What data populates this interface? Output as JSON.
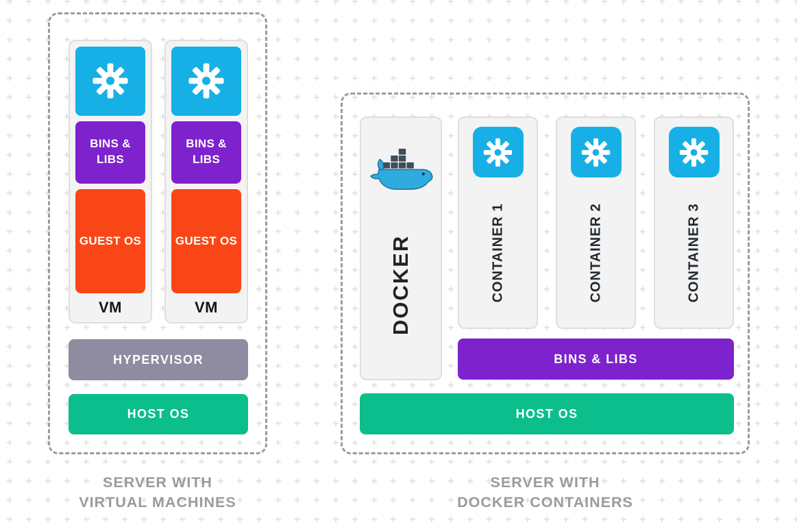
{
  "colors": {
    "blue": "#17b0e6",
    "purple": "#7e22ce",
    "orange": "#fa4616",
    "green": "#0dbe8d",
    "hypervisor": "#8f8ba0"
  },
  "left_panel": {
    "caption_line1": "SERVER WITH",
    "caption_line2": "VIRTUAL MACHINES",
    "vms": [
      {
        "app_icon": "gear-icon",
        "bins_libs": "BINS & LIBS",
        "guest_os": "GUEST OS",
        "label": "VM"
      },
      {
        "app_icon": "gear-icon",
        "bins_libs": "BINS & LIBS",
        "guest_os": "GUEST OS",
        "label": "VM"
      }
    ],
    "hypervisor_label": "HYPERVISOR",
    "host_os_label": "HOST OS"
  },
  "right_panel": {
    "caption_line1": "SERVER WITH",
    "caption_line2": "DOCKER CONTAINERS",
    "docker_icon": "docker-whale-icon",
    "docker_label": "DOCKER",
    "containers": [
      {
        "icon": "gear-icon",
        "label": "CONTAINER 1"
      },
      {
        "icon": "gear-icon",
        "label": "CONTAINER 2"
      },
      {
        "icon": "gear-icon",
        "label": "CONTAINER 3"
      }
    ],
    "bins_libs_label": "BINS & LIBS",
    "host_os_label": "HOST OS"
  }
}
